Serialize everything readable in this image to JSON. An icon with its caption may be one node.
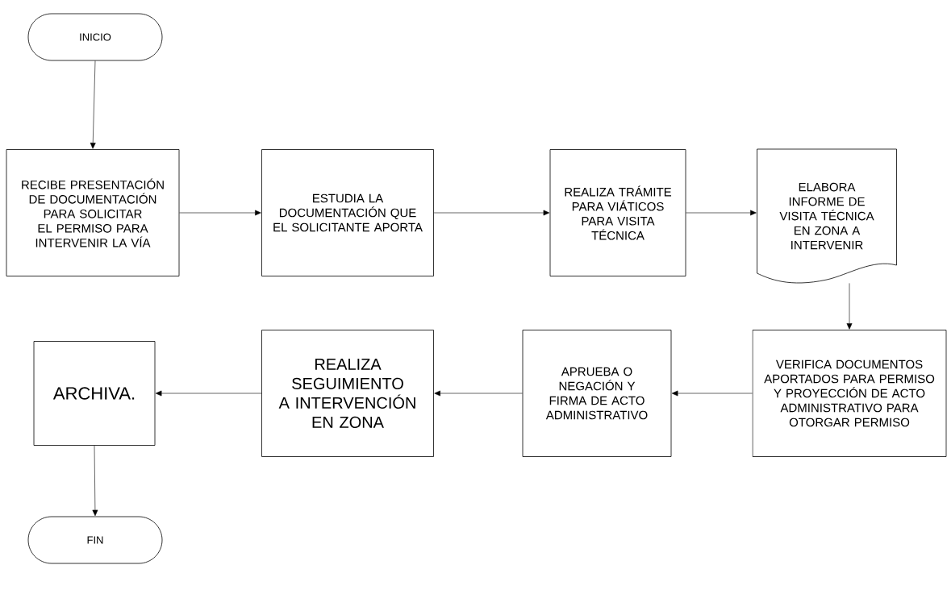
{
  "diagram": {
    "nodes": [
      {
        "text": [
          "INICIO"
        ]
      },
      {
        "text": [
          "RECIBE PRESENTACIÓN DE DOCUMENTACIÓN PARA SOLICITAR EL PERMISO PARA INTERVENIR LA VÍA"
        ]
      },
      {
        "text": [
          "ESTUDIA LA DOCUMENTACIÓN QUE EL SOLICITANTE APORTA"
        ]
      },
      {
        "text": [
          "REALIZA TRÁMITE PARA VIÁTICOS PARA VISITA TÉCNICA"
        ]
      },
      {
        "text": [
          "ELABORA INFORME DE VISITA TÉCNICA EN ZONA A INTERVENIR"
        ]
      },
      {
        "text": [
          "VERIFICA DOCUMENTOS APORTADOS PARA PERMISO Y PROYECCIÓN DE ACTO ADMINISTRATIVO PARA OTORGAR PERMISO"
        ]
      },
      {
        "text": [
          "APRUEBA O NEGACIÓN  Y FIRMA DE ACTO ADMINISTRATIVO"
        ]
      },
      {
        "text": [
          "REALIZA SEGUIMIENTO A INTERVENCIÓN EN ZONA"
        ]
      },
      {
        "text": [
          "ARCHIVA."
        ]
      },
      {
        "text": [
          "FIN"
        ]
      }
    ],
    "edges": [
      {
        "from": 0,
        "to": 1,
        "arrow": "to"
      },
      {
        "from": 1,
        "to": 2,
        "arrow": "to"
      },
      {
        "from": 2,
        "to": 3,
        "arrow": "to"
      },
      {
        "from": 3,
        "to": 4,
        "arrow": "to"
      },
      {
        "from": 4,
        "to": 5,
        "arrow": "to"
      },
      {
        "from": 5,
        "to": 6,
        "arrow": "to"
      },
      {
        "from": 6,
        "to": 7,
        "arrow": "to"
      },
      {
        "from": 7,
        "to": 8,
        "arrow": "to"
      },
      {
        "from": 8,
        "to": 9,
        "arrow": "to"
      }
    ]
  }
}
